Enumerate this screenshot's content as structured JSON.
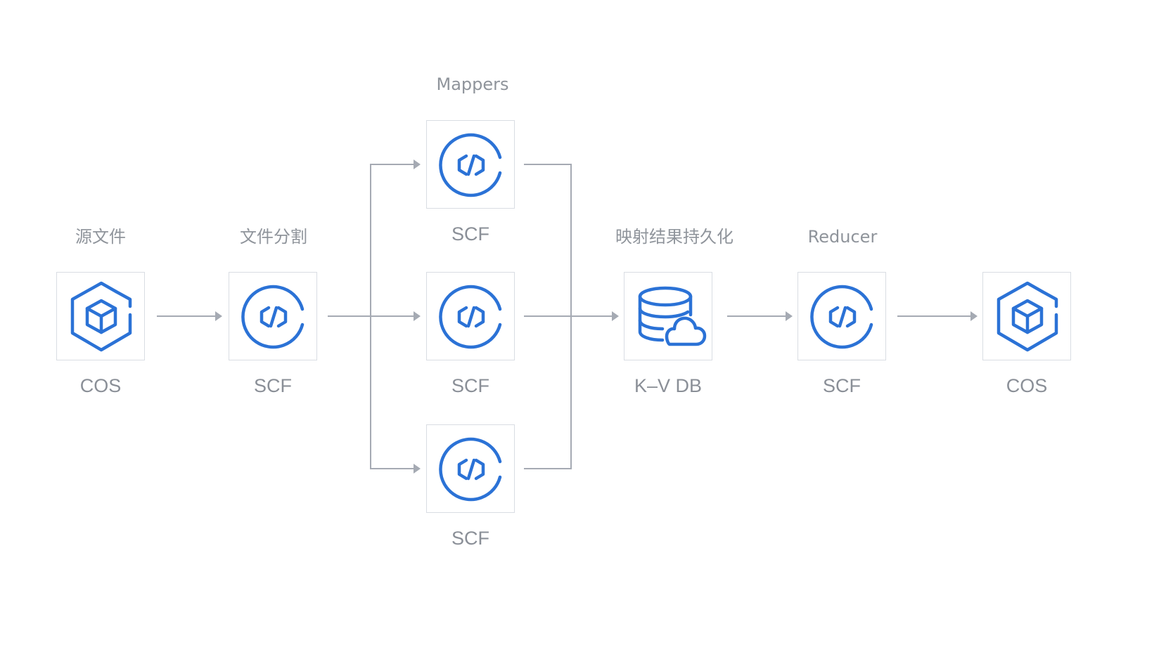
{
  "colors": {
    "icon_blue": "#2b72d6",
    "arrow_gray": "#a5aab3",
    "text_gray": "#8a8f97",
    "box_border": "#d9dde3"
  },
  "nodes": {
    "source": {
      "caption": "源文件",
      "label": "COS",
      "icon": "cube-hexagon-icon"
    },
    "splitter": {
      "caption": "文件分割",
      "label": "SCF",
      "icon": "code-circle-icon"
    },
    "mappers": {
      "caption": "Mappers",
      "items": [
        {
          "label": "SCF",
          "icon": "code-circle-icon"
        },
        {
          "label": "SCF",
          "icon": "code-circle-icon"
        },
        {
          "label": "SCF",
          "icon": "code-circle-icon"
        }
      ]
    },
    "kvdb": {
      "caption": "映射结果持久化",
      "label": "K–V DB",
      "icon": "database-cloud-icon"
    },
    "reducer": {
      "caption": "Reducer",
      "label": "SCF",
      "icon": "code-circle-icon"
    },
    "output": {
      "label": "COS",
      "icon": "cube-hexagon-icon"
    }
  }
}
